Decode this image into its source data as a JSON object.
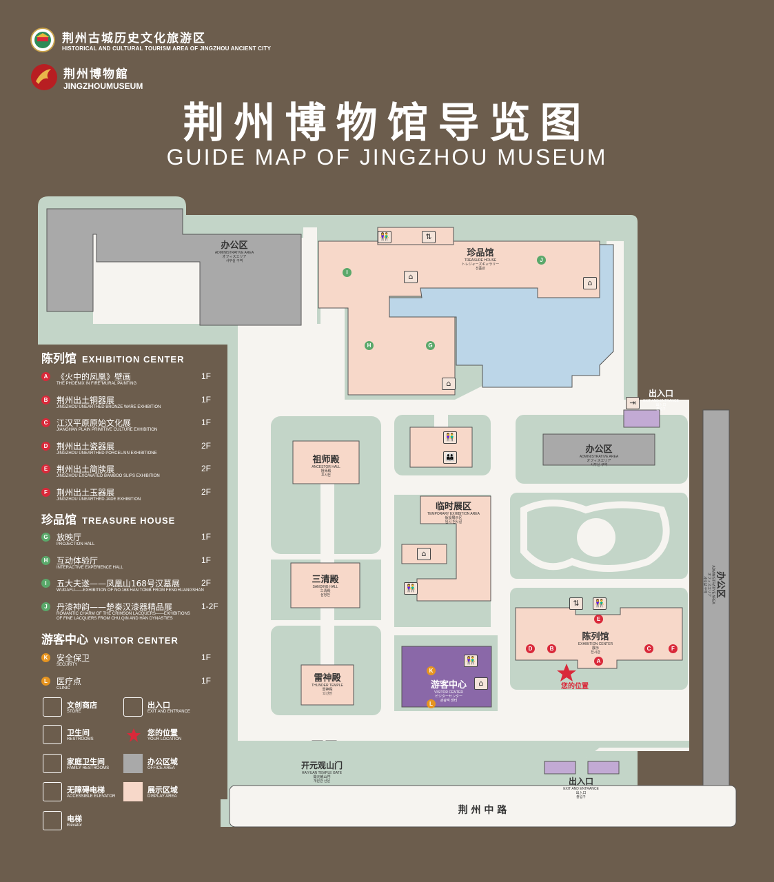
{
  "header": {
    "area_name_cn": "荆州古城历史文化旅游区",
    "area_name_en": "HISTORICAL AND CULTURAL TOURISM AREA OF JINGZHOU ANCIENT CITY",
    "museum_name_cn": "荆州博物館",
    "museum_name_en": "JINGZHOUMUSEUM",
    "title_cn": "荆州博物馆导览图",
    "title_en": "GUIDE MAP OF JINGZHOU MUSEUM"
  },
  "legend": {
    "exhibition_center": {
      "title_cn": "陈列馆",
      "title_en": "EXHIBITION CENTER",
      "items": [
        {
          "badge": "A",
          "cn": "《火中的凤凰》壁画",
          "en": "THE PHOENIX IN FIRE\"MURAL PAINTING",
          "floor": "1F"
        },
        {
          "badge": "B",
          "cn": "荆州出土铜器展",
          "en": "JINGZHOU UNEARTHED BRONZE WARE EXHIBITION",
          "floor": "1F"
        },
        {
          "badge": "C",
          "cn": "江汉平原原始文化展",
          "en": "JIANGHAN PLAIN PRIMITIVE CULTURE EXHIBITION",
          "floor": "1F"
        },
        {
          "badge": "D",
          "cn": "荆州出土瓷器展",
          "en": "JINGZHOU UNEARTHED PORCELAIN EXHIBITIONE",
          "floor": "2F"
        },
        {
          "badge": "E",
          "cn": "荆州出土简牍展",
          "en": "JINGZHOU EXCAVATED BAMBOO SLIPS EXHIBITION",
          "floor": "2F"
        },
        {
          "badge": "F",
          "cn": "荆州出土玉器展",
          "en": "JINGZHOU UNEARTHED JADE EXHIBITION",
          "floor": "2F"
        }
      ]
    },
    "treasure_house": {
      "title_cn": "珍品馆",
      "title_en": "TREASURE HOUSE",
      "items": [
        {
          "badge": "G",
          "cn": "放映厅",
          "en": "PROJECTION HALL",
          "floor": "1F"
        },
        {
          "badge": "H",
          "cn": "互动体验厅",
          "en": "INTERACTIVE EXPERIENCE HALL",
          "floor": "1F"
        },
        {
          "badge": "I",
          "cn": "五大夫遂——凤凰山168号汉墓展",
          "en": "WUDAFU——EXHIBITION OF NO.168 HAN TOMB FROM FENGHUANGSHAN",
          "floor": "2F"
        },
        {
          "badge": "J",
          "cn": "丹漆神韵——楚秦汉漆器精品展",
          "en": "ROMANTIC CHARM OF THE CRIMSON LACQUERS——EXHIBITIONS",
          "en2": "OF FINE LACQUERS FROM CHU,QIN AND HAN DYNASTIES",
          "floor": "1-2F"
        }
      ]
    },
    "visitor_center": {
      "title_cn": "游客中心",
      "title_en": "VISITOR CENTER",
      "items": [
        {
          "badge": "K",
          "cn": "安全保卫",
          "en": "SECURITY",
          "floor": "1F"
        },
        {
          "badge": "L",
          "cn": "医疗点",
          "en": "CLINIC",
          "floor": "1F"
        }
      ]
    }
  },
  "key": {
    "store": {
      "cn": "文创商店",
      "en": "STORE"
    },
    "exit": {
      "cn": "出入口",
      "en": "EXIT AND ENTRANCE"
    },
    "restroom": {
      "cn": "卫生间",
      "en": "RESTROOMS"
    },
    "location": {
      "cn": "您的位置",
      "en": "YOUR LOCATION"
    },
    "family": {
      "cn": "家庭卫生间",
      "en": "FAMILY RESTROOMS"
    },
    "office": {
      "cn": "办公区域",
      "en": "OFFICE AREA"
    },
    "elevator_acc": {
      "cn": "无障碍电梯",
      "en": "ACCESSIBLE ELEVATOR"
    },
    "display": {
      "cn": "展示区域",
      "en": "DISPLAY AREA"
    },
    "elevator": {
      "cn": "电梯",
      "en": "Elevator"
    }
  },
  "map": {
    "office_nw": {
      "cn": "办公区",
      "en": "ADMINISTRATIVE AREA",
      "jp": "オフィスエリア",
      "kr": "사무실 구역"
    },
    "treasure": {
      "cn": "珍品馆",
      "en": "TREASURE HOUSE",
      "jp": "トレジャーズギャラリー",
      "kr": "진품관"
    },
    "ancestor": {
      "cn": "祖师殿",
      "en": "ANCESTOR HALL",
      "jp": "祖师殿",
      "kr": "조사전"
    },
    "sanqing": {
      "cn": "三清殿",
      "en": "SANQING HALL",
      "jp": "三清殿",
      "kr": "삼청전"
    },
    "thunder": {
      "cn": "雷神殿",
      "en": "THUNDER TEMPLE",
      "jp": "雷神殿",
      "kr": "뇌신전"
    },
    "temporary": {
      "cn": "临时展区",
      "en": "TEMPORARY EXHIBITION AREA",
      "jp": "仮設展示区",
      "kr": "임시 전시실"
    },
    "visitor": {
      "cn": "游客中心",
      "en": "VISITOR CENTER",
      "jp": "ビジターセンター",
      "kr": "관광객 센터"
    },
    "office_mid": {
      "cn": "办公区",
      "en": "ADMINISTRATIVE AREA",
      "jp": "オフィスエリア",
      "kr": "사무실 구역"
    },
    "office_east": {
      "cn": "办公区",
      "en": "ADMINISTRATIVE AREA",
      "jp": "オフィスエリア",
      "kr": "사무실 구역"
    },
    "exhibition": {
      "cn": "陈列馆",
      "en": "EXHIBITION CENTER",
      "jp": "展示",
      "kr": "전시관"
    },
    "entrance_ne": {
      "cn": "出入口",
      "en": "EXIT AND ENTRANCE",
      "jp": "出入口",
      "kr": "출입구"
    },
    "entrance_s": {
      "cn": "出入口",
      "en": "EXIT AND ENTRANCE",
      "jp": "出入口",
      "kr": "출입구"
    },
    "gate": {
      "cn": "开元观山门",
      "en": "HAIYUAN TEMPLE GATE",
      "jp": "開元観山門",
      "kr": "개원관 산문"
    },
    "road": "荆 州 中 路",
    "you_are_here": "您的位置"
  },
  "colors": {
    "background": "#6c5d4d",
    "grass": "#c3d5c8",
    "path": "#f6f4f0",
    "display": "#f7d8c9",
    "office": "#a9a9a9",
    "water": "#bcd6e8",
    "visitor": "#8a68a8",
    "red": "#d9293a",
    "green": "#5aa86a",
    "orange": "#e69420"
  }
}
